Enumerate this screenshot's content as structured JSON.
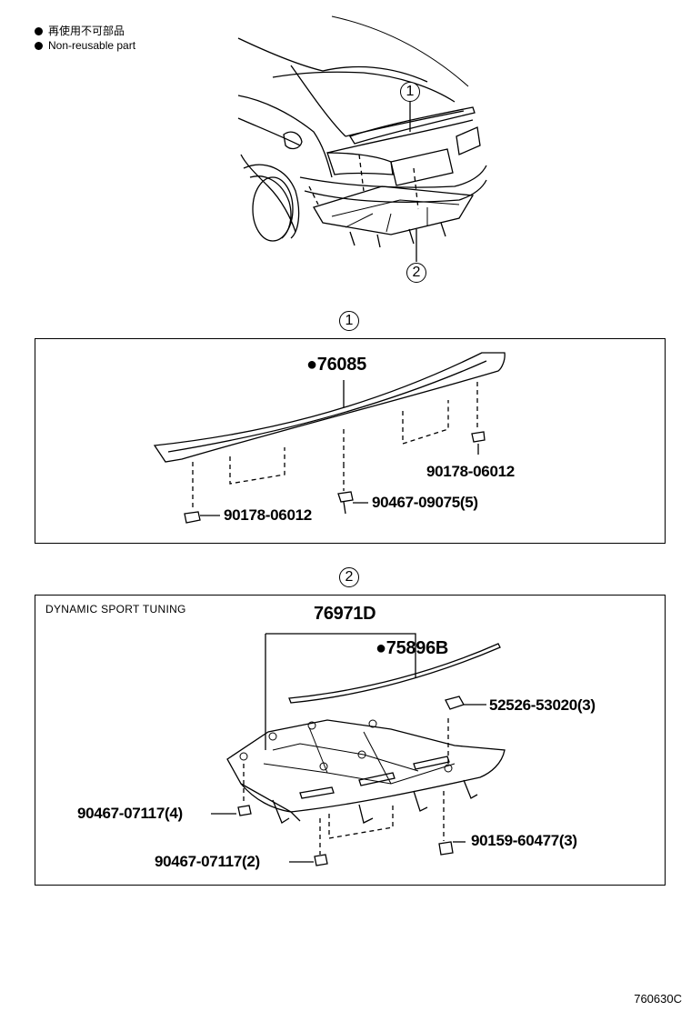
{
  "legend": {
    "jp_text": "再使用不可部品",
    "en_text": "Non-reusable part"
  },
  "callouts": {
    "top_1": "1",
    "top_2": "2",
    "section_1": "1",
    "section_2": "2"
  },
  "section1": {
    "parts": {
      "spoiler": "76085",
      "nut_left": "90178-06012",
      "nut_right": "90178-06012",
      "clip": "90467-09075(5)"
    }
  },
  "section2": {
    "variant": "DYNAMIC SPORT TUNING",
    "parts": {
      "assembly": "76971D",
      "moulding": "75896B",
      "retainer": "52526-53020(3)",
      "clip_left": "90467-07117(4)",
      "clip_bottom": "90467-07117(2)",
      "screw": "90159-60477(3)"
    }
  },
  "figure_code": "760630C"
}
